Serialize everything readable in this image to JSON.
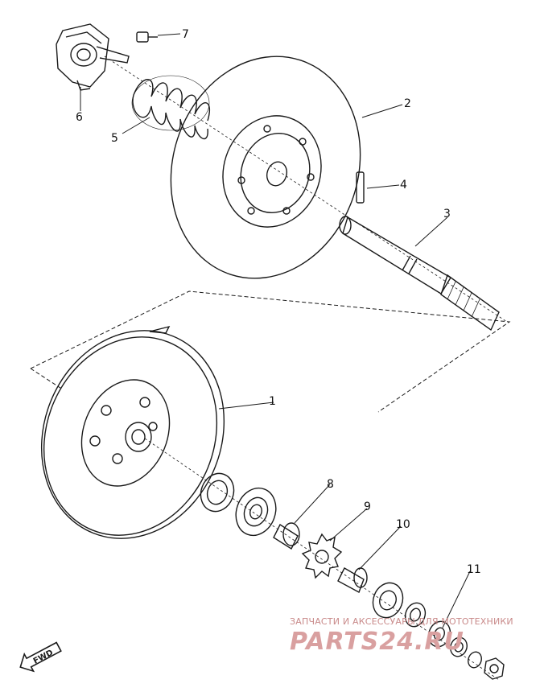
{
  "callouts": {
    "c1": "1",
    "c2": "2",
    "c3": "3",
    "c4": "4",
    "c5": "5",
    "c6": "6",
    "c7": "7",
    "c8": "8",
    "c9": "9",
    "c10": "10",
    "c11": "11"
  },
  "fwd_label": "FWD",
  "watermark": {
    "tagline": "ЗАПЧАСТИ И АКСЕССУАРЫ ДЛЯ МОТОТЕХНИКИ",
    "brand": "PARTS24.RU"
  },
  "colors": {
    "ink": "#1a1a1a",
    "watermark": "#d9a0a0",
    "watermark_text": "#c98a8a"
  }
}
